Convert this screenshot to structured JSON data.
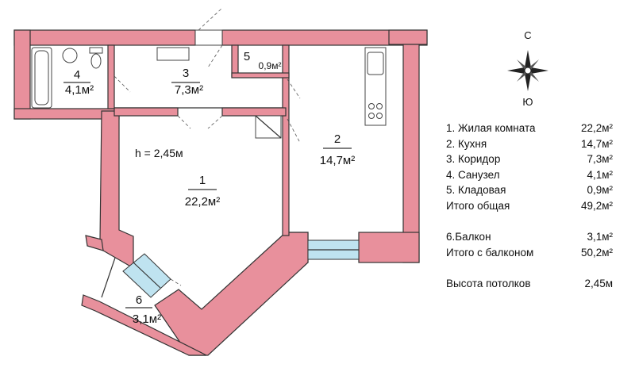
{
  "rooms": [
    {
      "num": "1",
      "area": "22,2м²"
    },
    {
      "num": "2",
      "area": "14,7м²"
    },
    {
      "num": "3",
      "area": "7,3м²"
    },
    {
      "num": "4",
      "area": "4,1м²"
    },
    {
      "num": "5",
      "area": "0,9м²"
    },
    {
      "num": "6",
      "area": "3,1м²"
    }
  ],
  "ceiling_note": "h = 2,45м",
  "compass": {
    "north": "С",
    "south": "Ю"
  },
  "legend": [
    {
      "label": "1. Жилая комната",
      "value": "22,2м²"
    },
    {
      "label": "2. Кухня",
      "value": "14,7м²"
    },
    {
      "label": "3. Коридор",
      "value": "7,3м²"
    },
    {
      "label": "4. Санузел",
      "value": "4,1м²"
    },
    {
      "label": "5. Кладовая",
      "value": "0,9м²"
    },
    {
      "label": "Итого общая",
      "value": "49,2м²"
    },
    {
      "label": "6.Балкон",
      "value": "3,1м²"
    },
    {
      "label": "Итого с балконом",
      "value": "50,2м²"
    },
    {
      "label": "Высота потолков",
      "value": "2,45м"
    }
  ],
  "colors": {
    "wall": "#e8909c",
    "glass": "#bfe3f0"
  }
}
